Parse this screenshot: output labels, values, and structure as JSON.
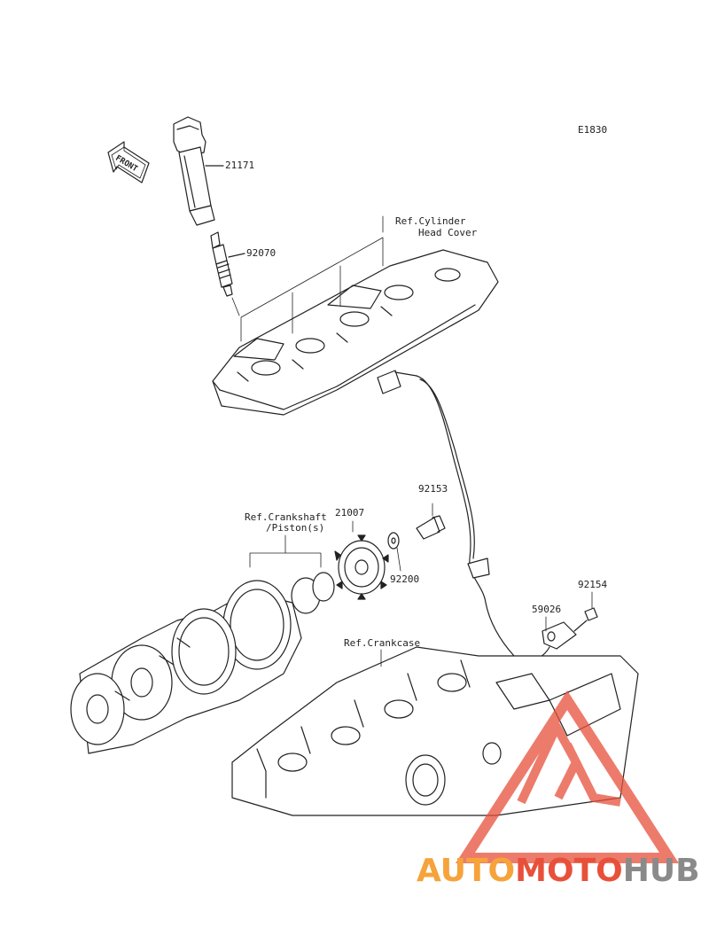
{
  "diagram": {
    "code": "E1830",
    "front_label": "FRONT",
    "labels": {
      "ignition_coil": "21171",
      "spark_plug": "92070",
      "head_cover_line1": "Ref.Cylinder",
      "head_cover_line2": "Head Cover",
      "bolt_top": "92153",
      "rotor": "21007",
      "washer": "92200",
      "crank_line1": "Ref.Crankshaft",
      "crank_line2": "/Piston(s)",
      "bolt_right": "92154",
      "sensor": "59026",
      "crankcase": "Ref.Crankcase"
    }
  },
  "watermark": {
    "part1": "AUTO",
    "part2": "MOTO",
    "part3": "HUB",
    "color_orange": "#f5a33a",
    "color_red": "#e8503a",
    "color_gray": "#8a8a8a"
  }
}
